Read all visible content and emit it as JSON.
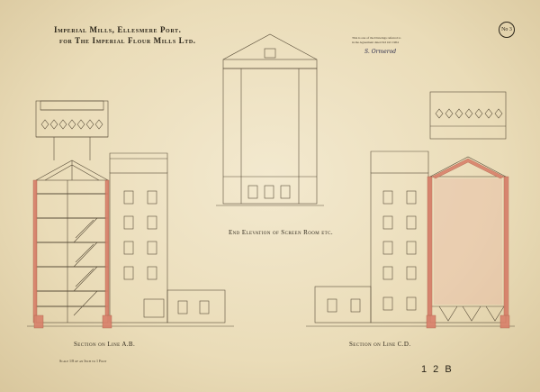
{
  "sheet": {
    "title_line1": "Imperial Mills, Ellesmere Port.",
    "title_line2": "for The Imperial Flour Mills Ltd.",
    "sheet_mark": "No 3",
    "sheet_number": "1 2 B",
    "approval_note": "This is one of the Drawings referred to\nin the Agreement dated 3rd Oct 1904",
    "signature": "S. Ormerod",
    "stamp_note": "",
    "colors": {
      "paper": "#eadcb8",
      "ink": "#3a3122",
      "brick": "#d9806a"
    }
  },
  "captions": {
    "section_ab": "Section on Line A.B.",
    "scale": "Scale 1/8 of an Inch to 1 Foot",
    "end_elevation": "End Elevation of Screen Room etc.",
    "section_cd": "Section on Line C.D."
  }
}
